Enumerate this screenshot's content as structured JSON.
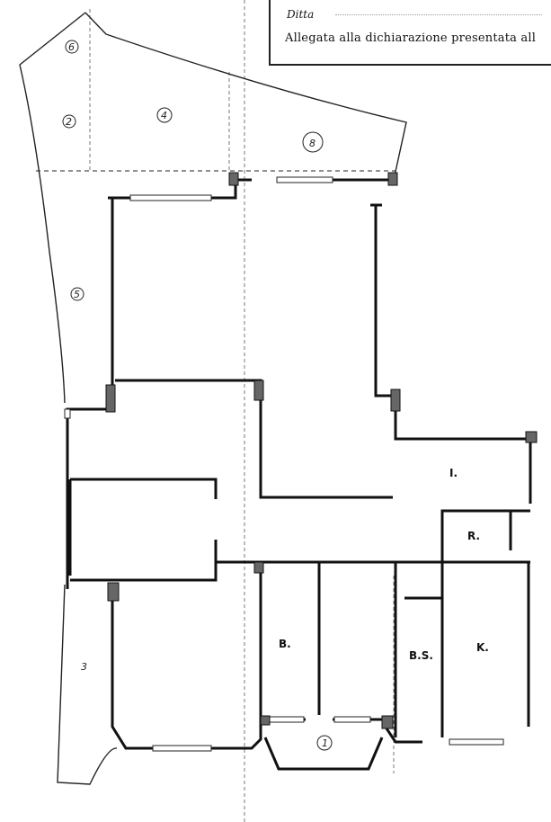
{
  "header": {
    "field_label": "Ditta",
    "note": "Allegata alla dichiarazione presentata all"
  },
  "rooms": {
    "hall": "I.",
    "r": "R.",
    "b": "B.",
    "bs": "B.S.",
    "k": "K."
  },
  "areas": {
    "a1": "1",
    "a2": "2",
    "a3": "3",
    "a4": "4",
    "a5": "5",
    "a6": "6",
    "a8": "8",
    "a_bottom": "1"
  }
}
